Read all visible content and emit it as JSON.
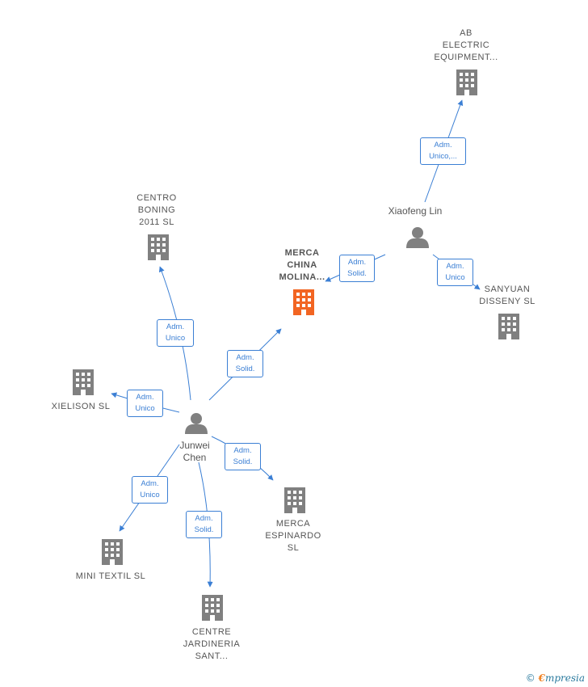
{
  "colors": {
    "edge": "#3b7fd4",
    "company": "#808080",
    "focus_company": "#f26522",
    "person": "#808080"
  },
  "persons": {
    "junwei": {
      "name_line1": "Junwei",
      "name_line2": "Chen",
      "icon": "person-icon"
    },
    "xiaofeng": {
      "name": "Xiaofeng Lin",
      "icon": "person-icon"
    }
  },
  "companies": {
    "ab_electric": {
      "lines": [
        "AB",
        "ELECTRIC",
        "EQUIPMENT..."
      ],
      "icon": "building-icon"
    },
    "centro_boning": {
      "lines": [
        "CENTRO",
        "BONING",
        "2011 SL"
      ],
      "icon": "building-icon"
    },
    "merca_china": {
      "lines": [
        "MERCA",
        "CHINA",
        "MOLINA..."
      ],
      "icon": "building-icon"
    },
    "sanyuan": {
      "lines": [
        "SANYUAN",
        "DISSENY  SL"
      ],
      "icon": "building-icon"
    },
    "xielison": {
      "lines": [
        "XIELISON  SL"
      ],
      "icon": "building-icon"
    },
    "merca_espinardo": {
      "lines": [
        "MERCA",
        "ESPINARDO",
        "SL"
      ],
      "icon": "building-icon"
    },
    "mini_textil": {
      "lines": [
        "MINI TEXTIL SL"
      ],
      "icon": "building-icon"
    },
    "centre_jardineria": {
      "lines": [
        "CENTRE",
        "JARDINERIA",
        "SANT..."
      ],
      "icon": "building-icon"
    }
  },
  "edges": {
    "xiaofeng_ab": [
      "Adm.",
      "Unico,..."
    ],
    "xiaofeng_merca": [
      "Adm.",
      "Solid."
    ],
    "xiaofeng_sanyuan": [
      "Adm.",
      "Unico"
    ],
    "junwei_centro": [
      "Adm.",
      "Unico"
    ],
    "junwei_merca": [
      "Adm.",
      "Solid."
    ],
    "junwei_xielison": [
      "Adm.",
      "Unico"
    ],
    "junwei_espinardo": [
      "Adm.",
      "Solid."
    ],
    "junwei_mini": [
      "Adm.",
      "Unico"
    ],
    "junwei_centre": [
      "Adm.",
      "Solid."
    ]
  },
  "footer": {
    "copyright": "©",
    "brand_initial": "€",
    "brand_rest": "mpresia"
  }
}
